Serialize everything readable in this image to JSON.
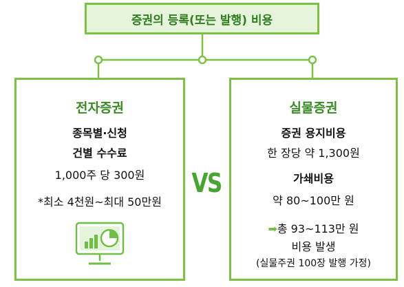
{
  "title": "증권의 등록(또는 발행) 비용",
  "left": {
    "title": "전자증권",
    "line1": "종목별·신청",
    "line2": "건별 수수료",
    "line3": "1,000주 당 300원",
    "line4": "*최소 4천원~최대 50만원",
    "icon": "monitor-chart-icon"
  },
  "vs": "VS",
  "right": {
    "title": "실물증권",
    "line1": "증권 용지비용",
    "line2": "한 장당 약 1,300원",
    "line3": "가쇄비용",
    "line4": "약 80~100만 원",
    "arrow": "➡",
    "line5": "총 93~113만 원",
    "line6": "비용 발생",
    "line7": "(실물주권 100장 발행 가정)"
  },
  "colors": {
    "accent": "#7dc142",
    "title_bg": "#e7f4dc",
    "heading": "#3a8a25",
    "vs": "#47a532"
  }
}
